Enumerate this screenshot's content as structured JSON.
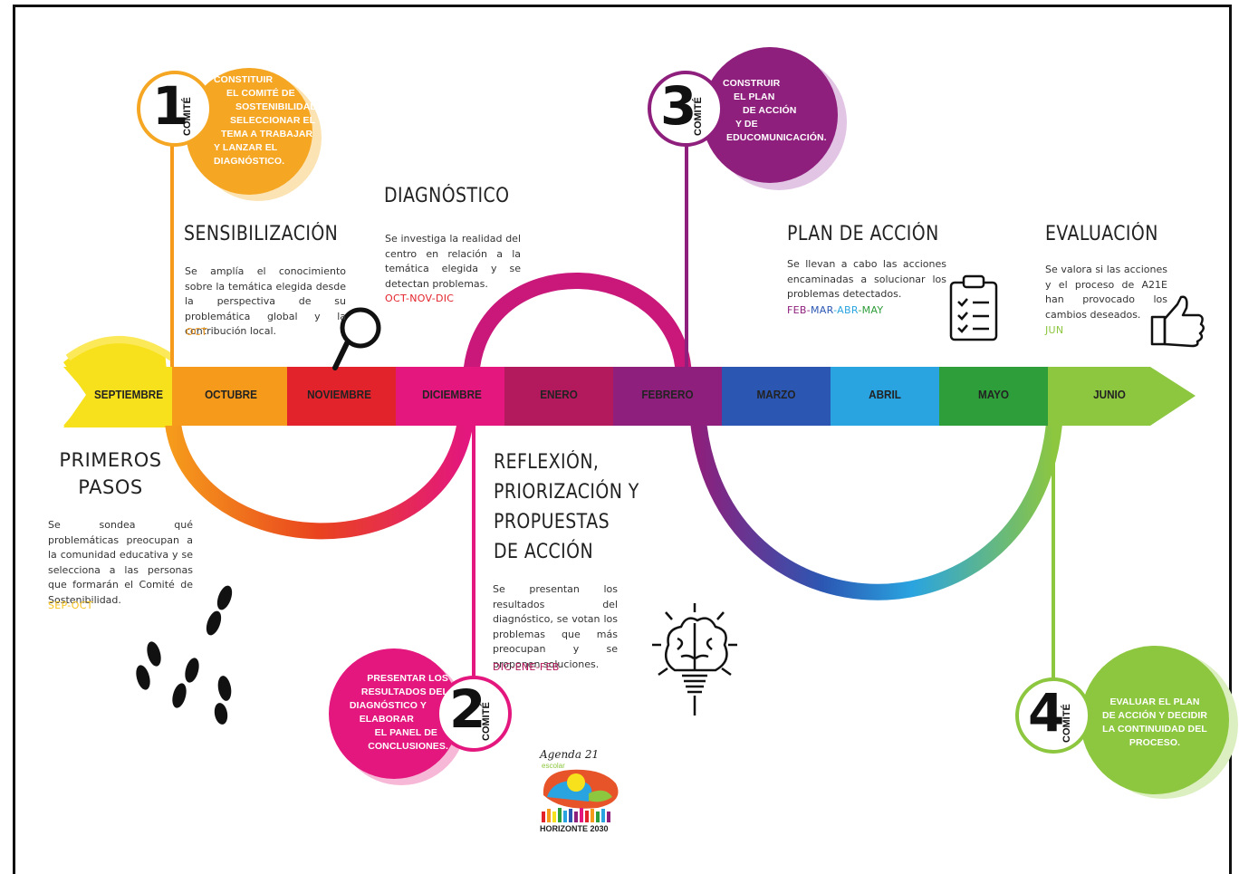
{
  "phases": {
    "primeros_pasos": {
      "title_line1": "PRIMEROS",
      "title_line2": "PASOS",
      "desc": "Se sondea qué problemáticas preocupan a la comunidad educativa y se selecciona a las personas que formarán el Comité de Sostenibilidad.",
      "months": "SEP-OCT"
    },
    "sensibilizacion": {
      "title": "SENSIBILIZACIÓN",
      "desc": "Se amplía el conocimiento sobre la temática elegida desde la perspectiva de su problemática global y la contribución local.",
      "months": "OCT"
    },
    "diagnostico": {
      "title": "DIAGNÓSTICO",
      "desc": "Se investiga la realidad del centro en relación a la temática elegida y se detectan problemas.",
      "months": "OCT-NOV-DIC"
    },
    "reflexion": {
      "title_line1": "REFLEXIÓN,",
      "title_line2": "PRIORIZACIÓN Y",
      "title_line3": "PROPUESTAS",
      "title_line4": "DE ACCIÓN",
      "desc": "Se presentan los resultados del diagnóstico, se votan los problemas que más preocupan y se proponen soluciones.",
      "months": "DIC-ENE-FEB"
    },
    "plan_accion": {
      "title": "PLAN DE ACCIÓN",
      "desc": "Se llevan a cabo las acciones encaminadas a solucionar los problemas detectados.",
      "months_feb": "FEB",
      "months_mar": "MAR",
      "months_abr": "ABR",
      "months_may": "MAY"
    },
    "evaluacion": {
      "title": "EVALUACIÓN",
      "desc": "Se valora si las acciones y el proceso de A21E han provocado los cambios deseados.",
      "months": "JUN"
    }
  },
  "comite": {
    "word": "COMITÉ",
    "c1": {
      "number": "1",
      "text_l1": "CONSTITUIR",
      "text_l2": "EL COMITÉ DE",
      "text_l3": "SOSTENIBILIDAD,",
      "text_l4": "SELECCIONAR EL",
      "text_l5": "TEMA A TRABAJAR",
      "text_l6": "Y LANZAR EL",
      "text_l7": "DIAGNÓSTICO."
    },
    "c2": {
      "number": "2",
      "text_l1": "PRESENTAR LOS",
      "text_l2": "RESULTADOS DEL",
      "text_l3": "DIAGNÓSTICO Y",
      "text_l4": "ELABORAR",
      "text_l5": "EL PANEL DE",
      "text_l6": "CONCLUSIONES."
    },
    "c3": {
      "number": "3",
      "text_l1": "CONSTRUIR",
      "text_l2": "EL PLAN",
      "text_l3": "DE ACCIÓN",
      "text_l4": "Y DE",
      "text_l5": "EDUCOMUNICACIÓN."
    },
    "c4": {
      "number": "4",
      "text_l1": "EVALUAR EL PLAN",
      "text_l2": "DE ACCIÓN Y DECIDIR",
      "text_l3": "LA CONTINUIDAD DEL",
      "text_l4": "PROCESO."
    }
  },
  "timeline": [
    {
      "label": "SEPTIEMBRE",
      "color": "#f7e11c"
    },
    {
      "label": "OCTUBRE",
      "color": "#f59a1b"
    },
    {
      "label": "NOVIEMBRE",
      "color": "#e3232b"
    },
    {
      "label": "DICIEMBRE",
      "color": "#e3177e"
    },
    {
      "label": "ENERO",
      "color": "#b3195d"
    },
    {
      "label": "FEBRERO",
      "color": "#8e1f7c"
    },
    {
      "label": "MARZO",
      "color": "#2b57b3"
    },
    {
      "label": "ABRIL",
      "color": "#2aa4e0"
    },
    {
      "label": "MAYO",
      "color": "#2e9e3a"
    },
    {
      "label": "JUNIO",
      "color": "#8dc63f"
    }
  ],
  "logo": {
    "line1": "Agenda 21",
    "line2": "escolar",
    "footer": "HORIZONTE 2030"
  },
  "icons": [
    "magnifier-icon",
    "footprints-icon",
    "clipboard-icon",
    "thumbs-up-icon",
    "brain-bulb-icon"
  ]
}
